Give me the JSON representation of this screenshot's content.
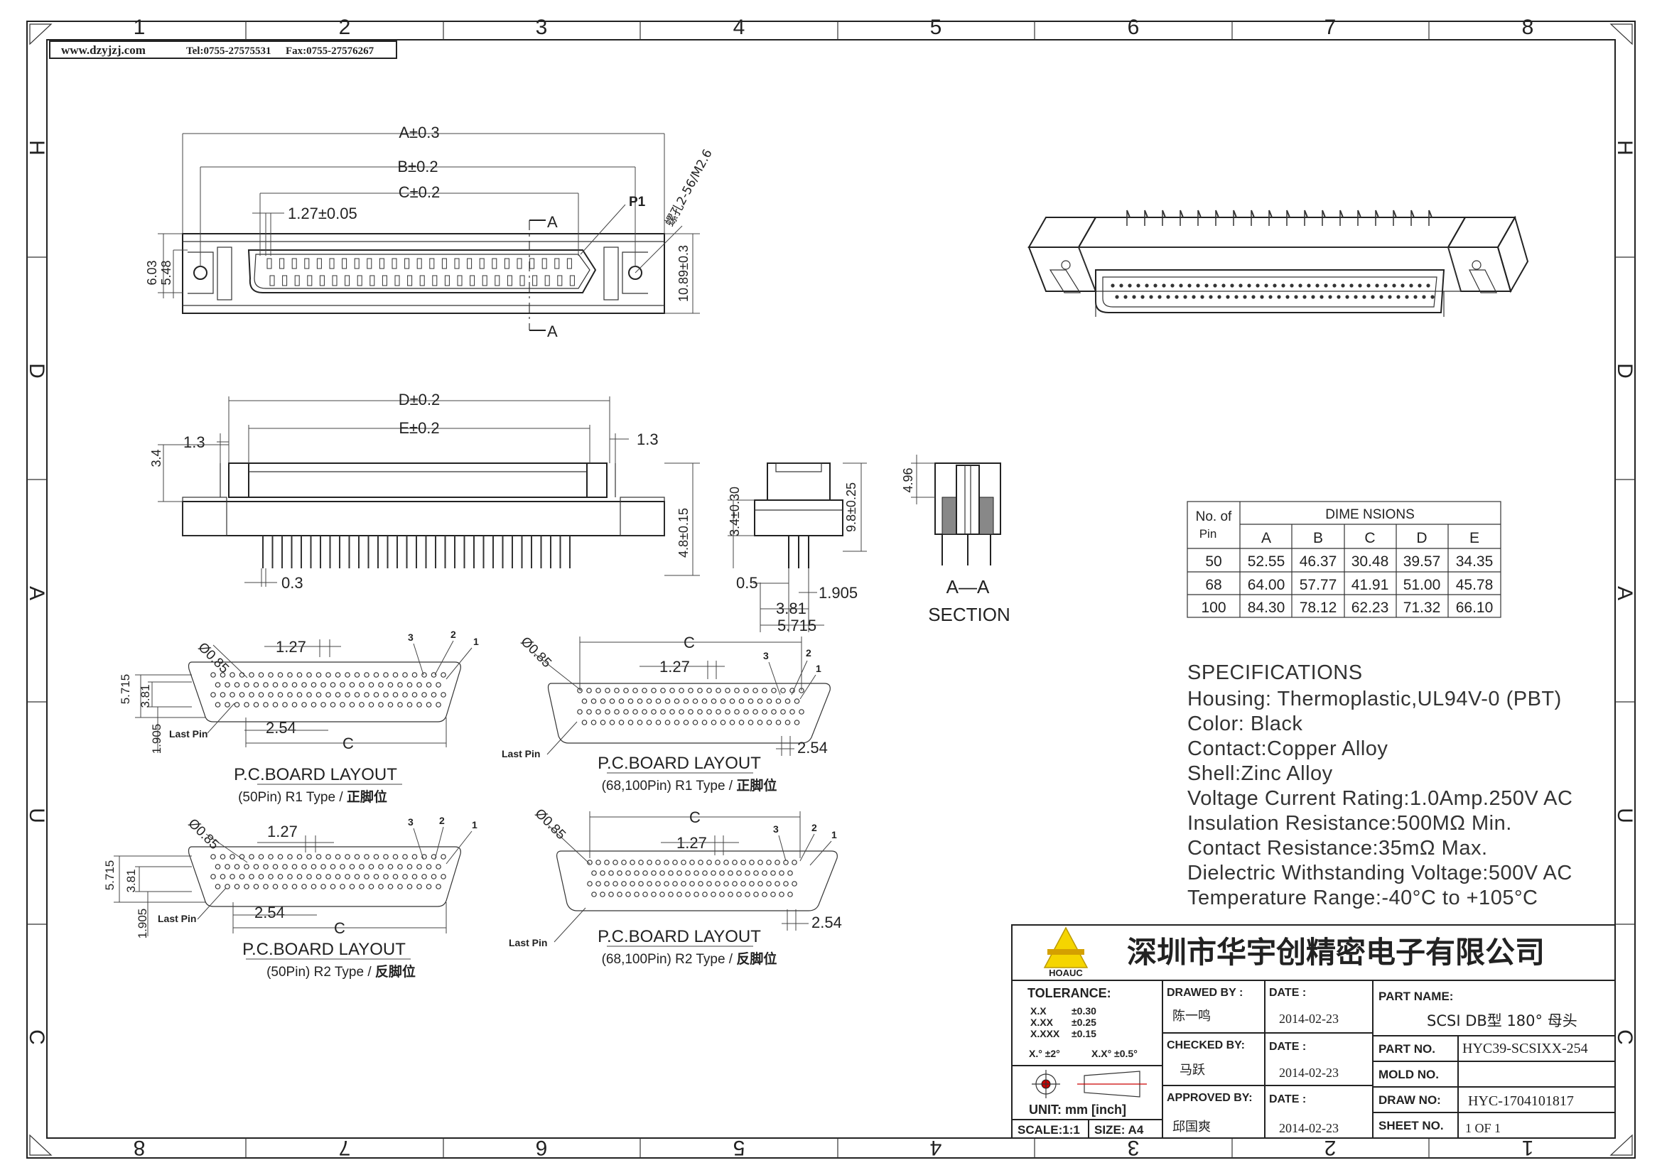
{
  "header": {
    "website": "www.dzyjzj.com",
    "tel": "Tel:0755-27575531",
    "fax": "Fax:0755-27576267"
  },
  "border": {
    "columns_top": [
      "1",
      "2",
      "3",
      "4",
      "5",
      "6",
      "7",
      "8"
    ],
    "columns_bottom": [
      "8",
      "7",
      "6",
      "5",
      "4",
      "3",
      "2",
      "1"
    ],
    "rows": [
      "H",
      "D",
      "A",
      "U",
      "C"
    ]
  },
  "front_view": {
    "dim_a": "A±0.3",
    "dim_b": "B±0.2",
    "dim_c": "C±0.2",
    "pitch": "1.27±0.05",
    "pin1": "P1",
    "screw": "螺孔2-56/M2.6",
    "height_outer": "6.03",
    "height_inner": "5.48",
    "height_right": "10.89±0.3",
    "section_mark": "A"
  },
  "side_view": {
    "dim_d": "D±0.2",
    "dim_e": "E±0.2",
    "left_offset": "1.3",
    "right_offset": "1.3",
    "left_height": "3.4",
    "right_height": "4.8±0.15",
    "pin_width": "0.3"
  },
  "end_view": {
    "h1": "3.4±0.30",
    "h2": "9.8±0.25",
    "d1": "0.5",
    "d2": "1.905",
    "d3": "3.81",
    "d4": "5.715"
  },
  "section_view": {
    "height": "4.96",
    "title1": "A—A",
    "title2": "SECTION"
  },
  "pcb_layouts": [
    {
      "title": "P.C.BOARD  LAYOUT",
      "subtitle_prefix": "(50Pin)  R1  Type  / ",
      "subtitle_cn": "正脚位",
      "hole": "Ø0.85",
      "pitch_x": "1.27",
      "pitch_y": "2.54",
      "row_h1": "5.715",
      "row_h2": "3.81",
      "row_h3": "1.905",
      "c": "C",
      "last_pin": "Last Pin",
      "pins": [
        "3",
        "2",
        "1"
      ]
    },
    {
      "title": "P.C.BOARD  LAYOUT",
      "subtitle_prefix": "(68,100Pin)  R1  Type  / ",
      "subtitle_cn": "正脚位",
      "hole": "Ø0.85",
      "pitch_x": "1.27",
      "pitch_y": "2.54",
      "c": "C",
      "last_pin": "Last Pin",
      "pins": [
        "3",
        "2",
        "1"
      ]
    },
    {
      "title": "P.C.BOARD  LAYOUT",
      "subtitle_prefix": "(50Pin)  R2  Type  / ",
      "subtitle_cn": "反脚位",
      "hole": "Ø0.85",
      "pitch_x": "1.27",
      "pitch_y": "2.54",
      "row_h1": "5.715",
      "row_h2": "3.81",
      "row_h3": "1.905",
      "c": "C",
      "last_pin": "Last Pin",
      "pins": [
        "3",
        "2",
        "1"
      ]
    },
    {
      "title": "P.C.BOARD  LAYOUT",
      "subtitle_prefix": "(68,100Pin)  R2  Type  / ",
      "subtitle_cn": "反脚位",
      "hole": "Ø0.85",
      "pitch_x": "1.27",
      "pitch_y": "2.54",
      "c": "C",
      "last_pin": "Last Pin",
      "pins": [
        "3",
        "2",
        "1"
      ]
    }
  ],
  "dimension_table": {
    "header_no": "No. of",
    "header_pin": "Pin",
    "header_dims": "DIME NSIONS",
    "columns": [
      "A",
      "B",
      "C",
      "D",
      "E"
    ],
    "rows": [
      {
        "pin": "50",
        "values": [
          "52.55",
          "46.37",
          "30.48",
          "39.57",
          "34.35"
        ]
      },
      {
        "pin": "68",
        "values": [
          "64.00",
          "57.77",
          "41.91",
          "51.00",
          "45.78"
        ]
      },
      {
        "pin": "100",
        "values": [
          "84.30",
          "78.12",
          "62.23",
          "71.32",
          "66.10"
        ]
      }
    ]
  },
  "specifications": {
    "title": "SPECIFICATIONS",
    "lines": [
      "Housing: Thermoplastic,UL94V-0 (PBT)",
      "Color: Black",
      "Contact:Copper  Alloy",
      "Shell:Zinc  Alloy",
      "Voltage  Current  Rating:1.0Amp.250V  AC",
      "Insulation  Resistance:500MΩ    Min.",
      "Contact  Resistance:35mΩ     Max.",
      "Dielectric  Withstanding  Voltage:500V  AC",
      "Temperature  Range:-40°C  to  +105°C"
    ]
  },
  "title_block": {
    "company": "深圳市华宇创精密电子有限公司",
    "logo_text": "HOAUC",
    "tolerance_label": "TOLERANCE:",
    "tol_x": "X.X",
    "tol_x_val": "±0.30",
    "tol_xx": "X.XX",
    "tol_xx_val": "±0.25",
    "tol_xxx": "X.XXX",
    "tol_xxx_val": "±0.15",
    "tol_angle1": "X.° ±2°",
    "tol_angle2": "X.X° ±0.5°",
    "unit": "UNIT:  mm  [inch]",
    "scale": "SCALE:1:1",
    "size": "SIZE: A4",
    "drawn_by_label": "DRAWED  BY :",
    "drawn_by": "陈一鸣",
    "checked_by_label": "CHECKED  BY:",
    "checked_by": "马跃",
    "approved_by_label": "APPROVED  BY:",
    "approved_by": "邱国爽",
    "date_label": "DATE :",
    "date1": "2014-02-23",
    "date2": "2014-02-23",
    "date3": "2014-02-23",
    "part_name_label": "PART  NAME:",
    "part_name": "SCSI  DB型  180°  母头",
    "part_no_label": "PART  NO.",
    "part_no": "HYC39-SCSIXX-254",
    "mold_no_label": "MOLD  NO.",
    "mold_no": "",
    "draw_no_label": "DRAW  NO:",
    "draw_no": "HYC-1704101817",
    "sheet_no_label": "SHEET  NO.",
    "sheet_no": "1  OF  1"
  }
}
